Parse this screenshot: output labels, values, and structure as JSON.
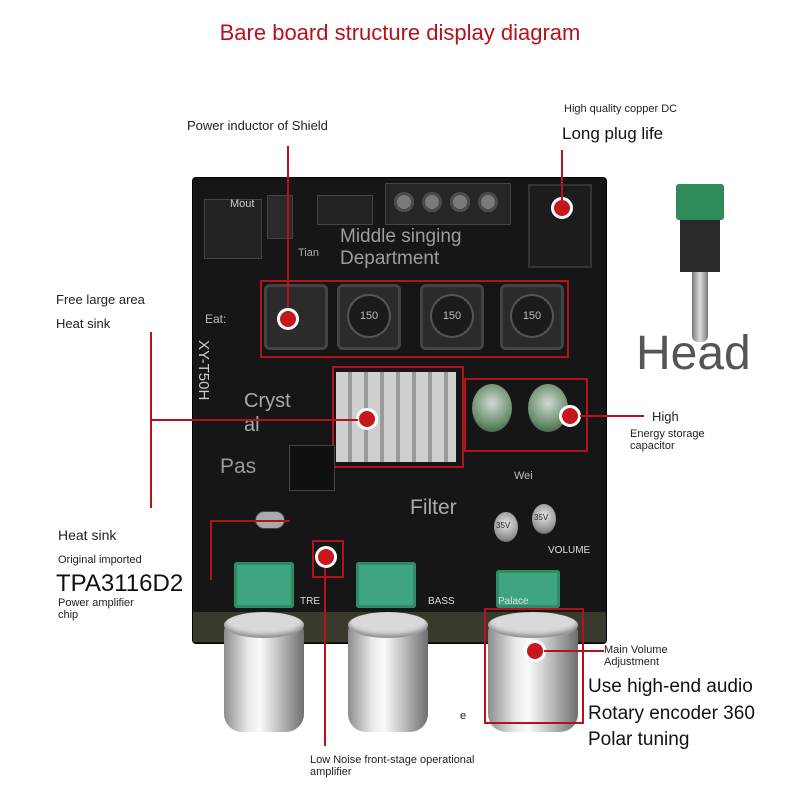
{
  "title": "Bare board structure display diagram",
  "labels": {
    "copper_dc_line1": "High quality copper DC",
    "copper_dc_line2": "Long plug life",
    "power_inductor": "Power inductor of Shield",
    "free_area_line1": "Free large area",
    "free_area_line2": "Heat sink",
    "head": "Head",
    "high_line1": "High",
    "high_line2": "Energy storage",
    "high_line3": "capacitor",
    "heat_sink": "Heat sink",
    "original_imported": "Original imported",
    "chip_name": "TPA3116D2",
    "power_amp_line1": "Power amplifier",
    "power_amp_line2": "chip",
    "main_volume_line1": "Main Volume",
    "main_volume_line2": "Adjustment",
    "encoder_line1": "Use high-end audio",
    "encoder_line2": "Rotary encoder 360",
    "encoder_line3": "Polar tuning",
    "low_noise_line1": "Low Noise front-stage operational",
    "low_noise_line2": "amplifier",
    "stray_e": "e"
  },
  "board_text": {
    "mout": "Mout",
    "tian": "Tian",
    "middle_singing_line1": "Middle singing",
    "middle_singing_line2": "Department",
    "eat": "Eat:",
    "model": "XY-T50H",
    "crystal_line1": "Cryst",
    "crystal_line2": "al",
    "pas": "Pas",
    "filter": "Filter",
    "wei": "Wei",
    "volume": "VOLUME",
    "tre": "TRE",
    "bass": "BASS",
    "palace": "Palace",
    "ind_value": "150",
    "cap_value": "35V"
  },
  "colors": {
    "accent": "#b5121b",
    "board": "#161616",
    "pot": "#3fa57f"
  }
}
